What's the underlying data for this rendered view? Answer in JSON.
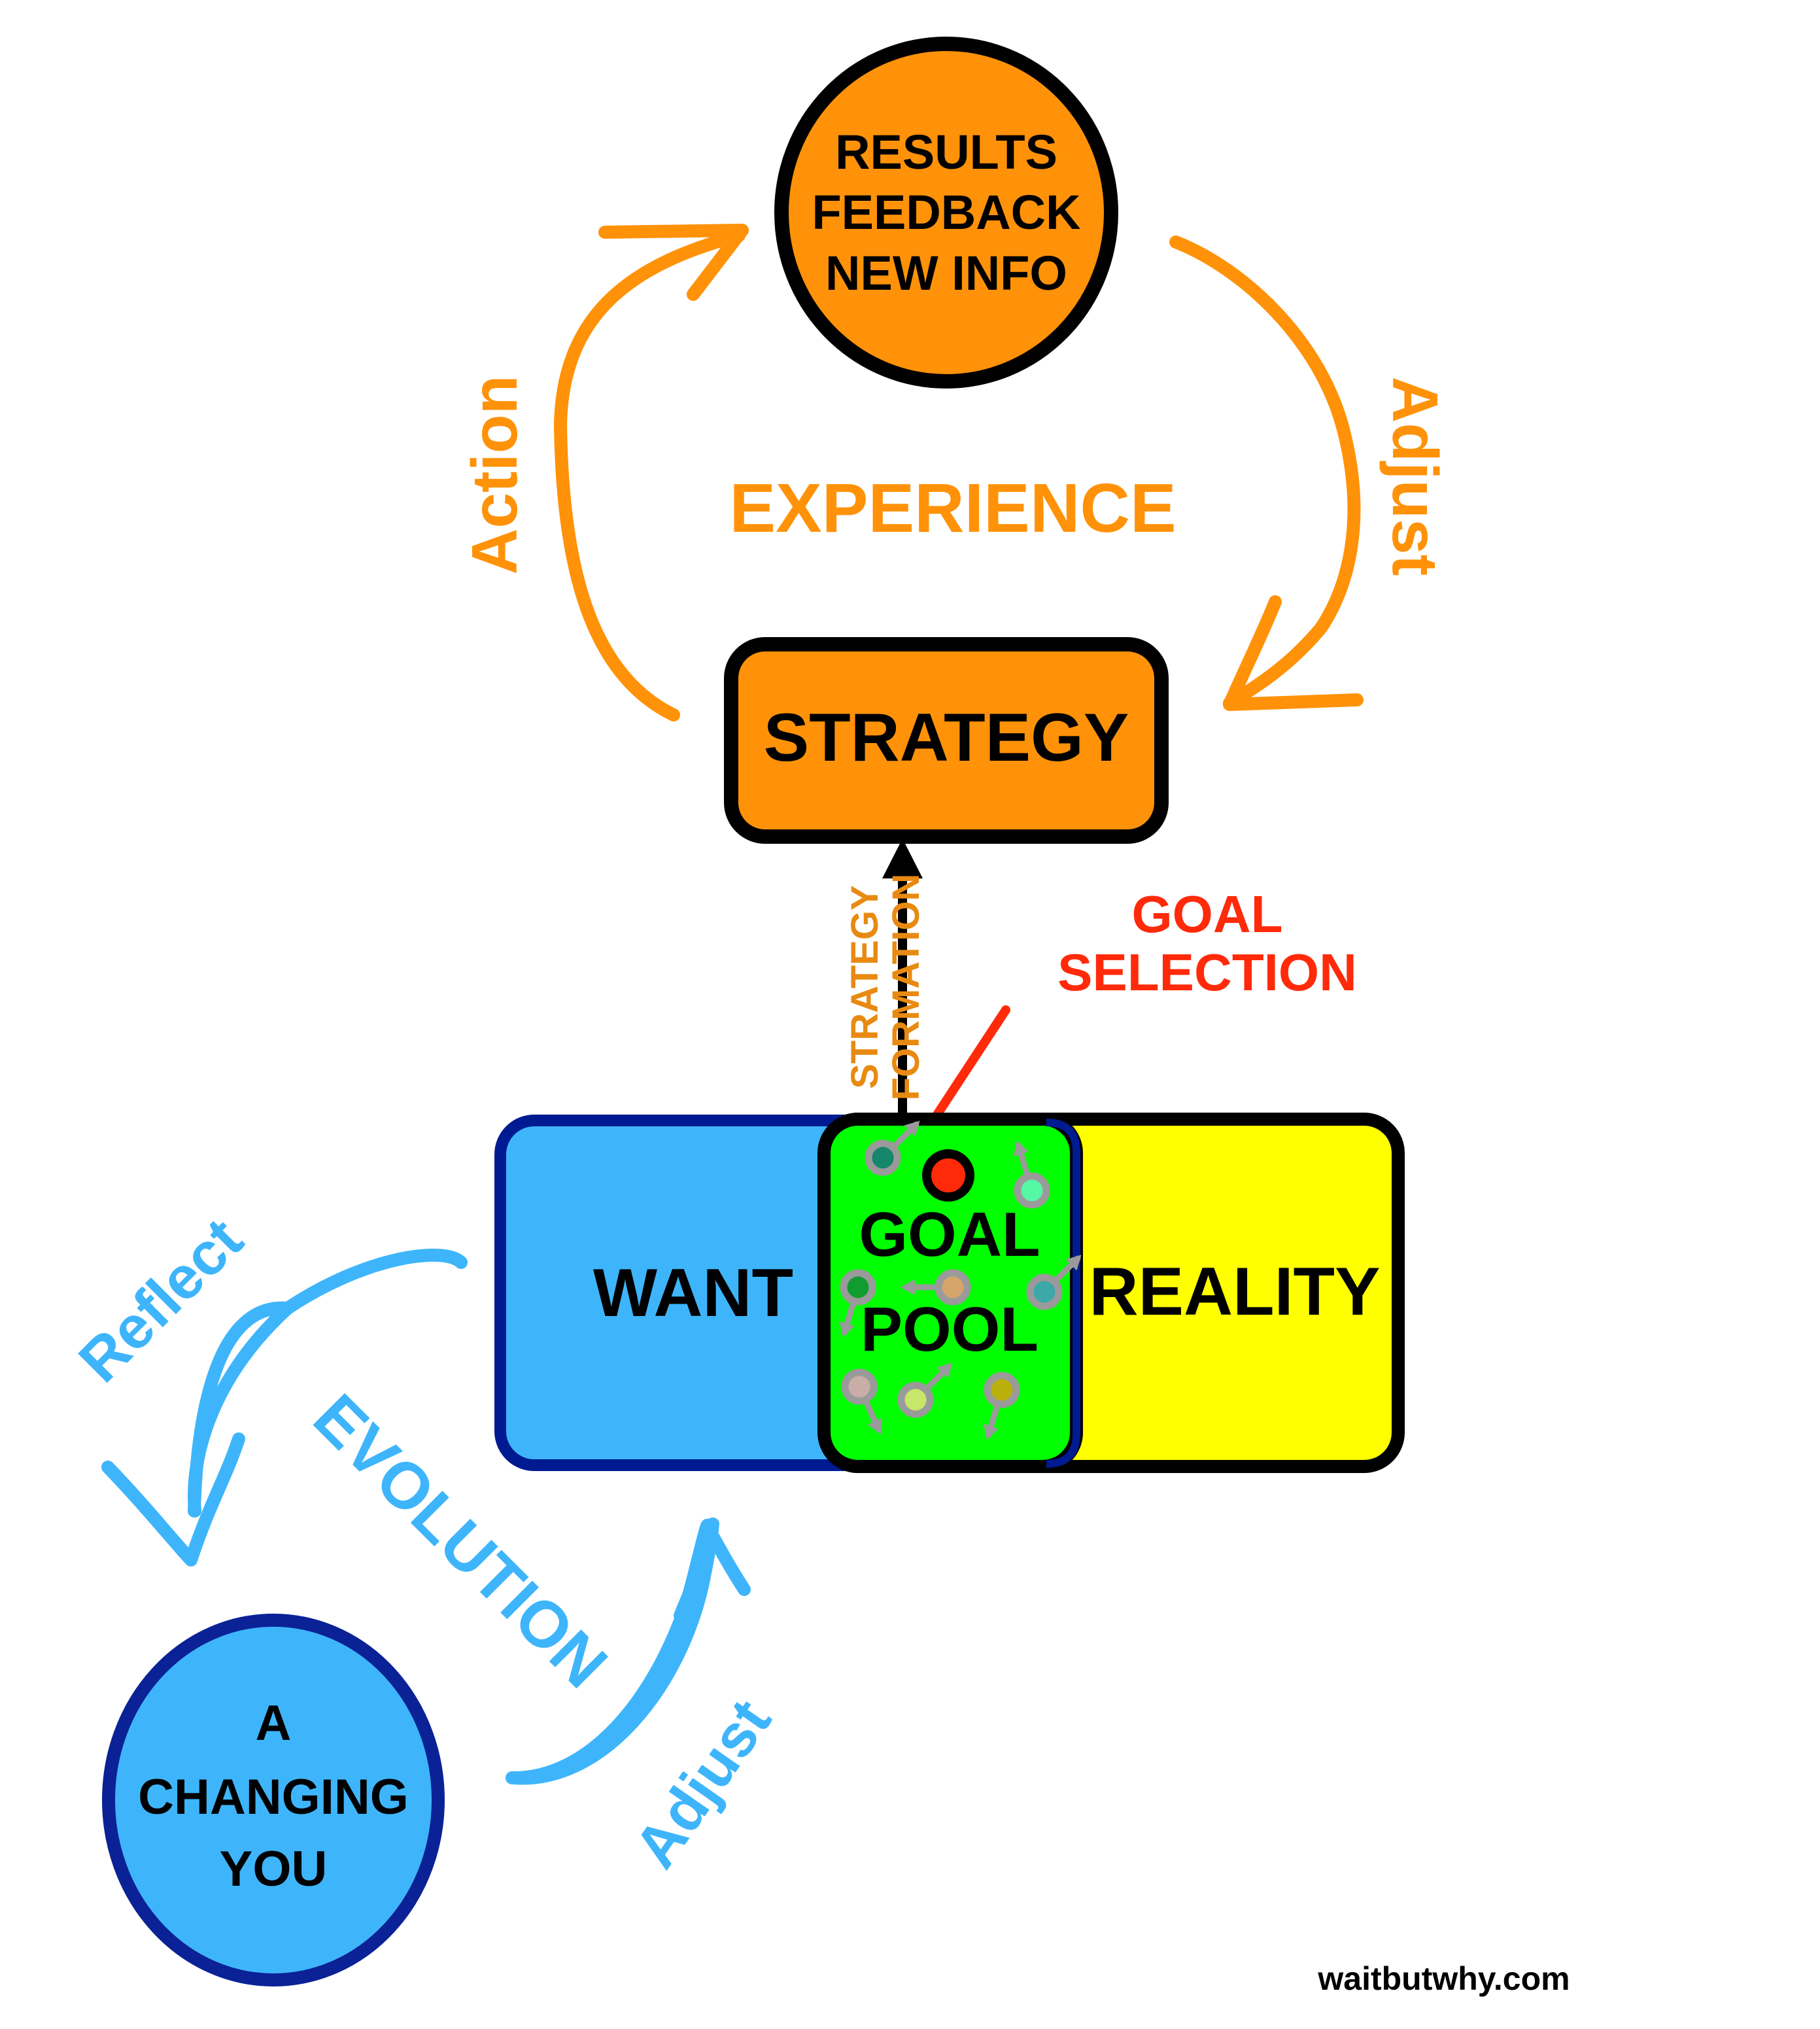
{
  "colors": {
    "orange": "#ff9208",
    "orange_text": "#ff9208",
    "black": "#000000",
    "want_fill": "#3eb5fb",
    "want_border": "#001b91",
    "goal_pool_fill": "#00ff00",
    "reality_fill": "#ffff00",
    "selection_red": "#ff2a0a",
    "evolution_blue": "#3eb5fb",
    "changing_you_border": "#0b2196",
    "goal_item_ring": "#9a9a9a"
  },
  "experience_loop": {
    "title": "EXPERIENCE",
    "results_node": {
      "lines": [
        "RESULTS",
        "FEEDBACK",
        "NEW INFO"
      ]
    },
    "strategy_node": {
      "label": "STRATEGY"
    },
    "action_label": "Action",
    "adjust_label": "Adjust"
  },
  "strategy_formation": {
    "lines": [
      "STRATEGY",
      "FORMATION"
    ]
  },
  "goal_selection": {
    "lines": [
      "GOAL",
      "SELECTION"
    ]
  },
  "core": {
    "want_label": "WANT",
    "goal_pool_lines": [
      "GOAL",
      "POOL"
    ],
    "reality_label": "REALITY",
    "goal_items": [
      {
        "color": "#16876a",
        "direction": "up-right"
      },
      {
        "color": "#56f7a5",
        "direction": "up-left"
      },
      {
        "color": "#119c2f",
        "direction": "down-left"
      },
      {
        "color": "#d6a56b",
        "direction": "left"
      },
      {
        "color": "#3da8a8",
        "direction": "up-right"
      },
      {
        "color": "#c9aea8",
        "direction": "down-right"
      },
      {
        "color": "#c7e66a",
        "direction": "up-right"
      },
      {
        "color": "#b9b00e",
        "direction": "down-left"
      }
    ]
  },
  "evolution_loop": {
    "title": "EVOLUTION",
    "reflect_label": "Reflect",
    "adjust_label": "Adjust",
    "changing_you_node": {
      "lines": [
        "A",
        "CHANGING",
        "YOU"
      ]
    }
  },
  "watermark": "waitbutwhy.com"
}
